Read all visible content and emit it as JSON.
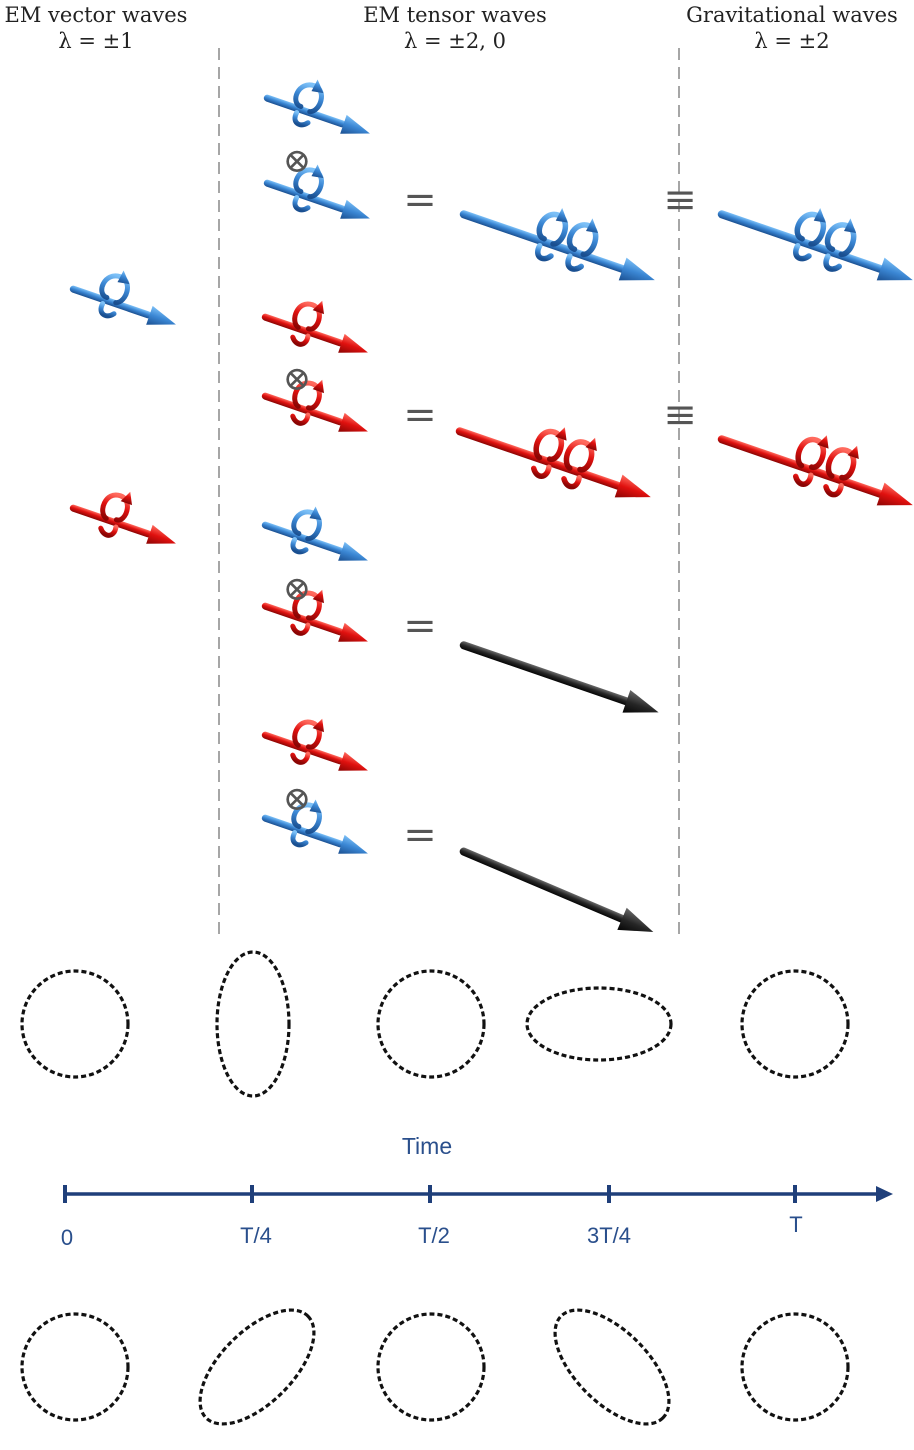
{
  "headers": {
    "vector": {
      "title": "EM vector waves",
      "helicity": "λ = ±1"
    },
    "tensor": {
      "title": "EM tensor waves",
      "helicity": "λ = ±2, 0"
    },
    "gravitational": {
      "title": "Gravitational waves",
      "helicity": "λ = ±2"
    }
  },
  "symbols": {
    "tensor_product": "⊗",
    "equals": "=",
    "equivalent": "≡"
  },
  "timeline": {
    "title": "Time",
    "ticks": [
      "0",
      "T/4",
      "T/2",
      "3T/4",
      "T"
    ]
  },
  "colors": {
    "blue_wave": "#3b87d4",
    "red_wave": "#e0110f",
    "scalar_wave": "#262626",
    "axis": "#1f3f7a",
    "dashed_line": "#777777",
    "ellipse": "#111111"
  },
  "icons": {
    "blue_wave": "helical-arrow-blue",
    "red_wave": "helical-arrow-red",
    "scalar_wave": "plain-arrow-black"
  },
  "polarization_rows": [
    {
      "mode": "plus",
      "shapes": [
        "circle",
        "vertical-ellipse",
        "circle",
        "horizontal-ellipse",
        "circle"
      ]
    },
    {
      "mode": "cross",
      "shapes": [
        "circle",
        "tilted-ellipse-right",
        "circle",
        "tilted-ellipse-left",
        "circle"
      ]
    }
  ]
}
